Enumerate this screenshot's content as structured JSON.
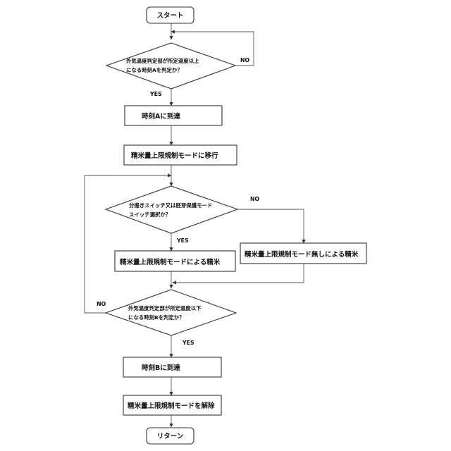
{
  "flowchart": {
    "start": "スタート",
    "decision_a": {
      "line1": "外気温度判定部が所定温度以上",
      "line2": "になる時刻Aを判定か？"
    },
    "yes_a": "YES",
    "no_a": "NO",
    "reach_a": "時刻Aに到達",
    "shift_mode": "精米量上限規制モードに移行",
    "decision_switch": {
      "line1": "分搗きスイッチ又は胚芽保護モード",
      "line2": "スイッチ選択か？"
    },
    "yes_switch": "YES",
    "no_switch": "NO",
    "mode_rice": "精米量上限規制モードによる精米",
    "no_mode_rice": "精米量上限規制モード無しによる精米",
    "decision_b": {
      "line1": "外気温度判定部が所定温度以下",
      "line2": "になる時刻Bを判定か？"
    },
    "no_b": "NO",
    "yes_b": "YES",
    "reach_b": "時刻Bに到達",
    "release_mode": "精米量上限規制モードを解除",
    "return": "リターン"
  }
}
